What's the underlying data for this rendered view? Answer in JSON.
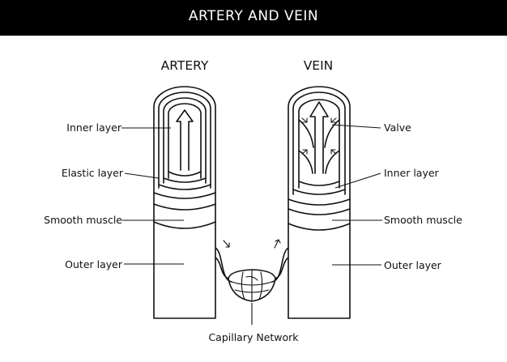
{
  "banner": {
    "title": "ARTERY AND VEIN"
  },
  "artery": {
    "title": "ARTERY",
    "labels": {
      "inner_layer": "Inner layer",
      "elastic_layer": "Elastic layer",
      "smooth_muscle": "Smooth muscle",
      "outer_layer": "Outer layer"
    }
  },
  "vein": {
    "title": "VEIN",
    "labels": {
      "valve": "Valve",
      "inner_layer": "Inner layer",
      "smooth_muscle": "Smooth muscle",
      "outer_layer": "Outer layer"
    }
  },
  "capillary": {
    "label": "Capillary Network"
  },
  "colors": {
    "banner_background": "#000000",
    "banner_text": "#ffffff",
    "line": "#111111",
    "background": "#ffffff"
  }
}
